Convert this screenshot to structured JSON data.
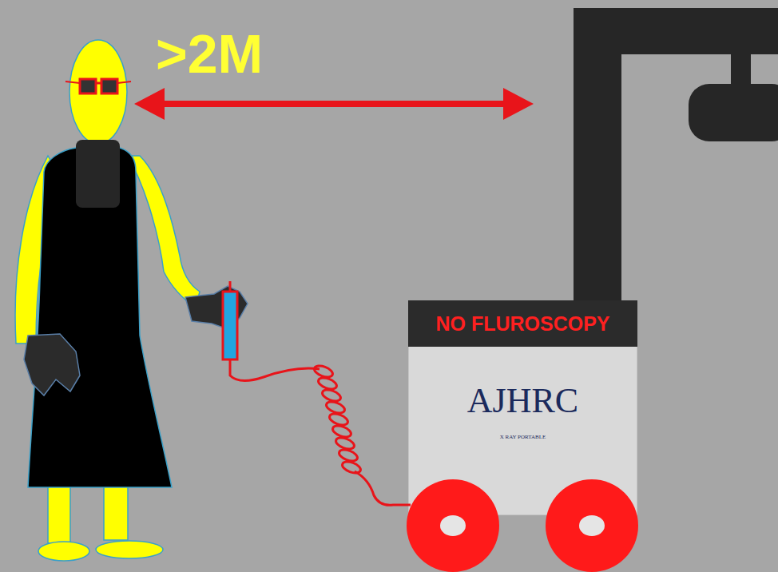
{
  "diagram": {
    "nodes": [
      {
        "text": [
          "AJHRC",
          "X RAY PORTABLE"
        ]
      },
      {
        "text": [
          "NO FLUROSCOPY"
        ],
        "in": 0
      }
    ],
    "labels": [
      ">2M"
    ]
  }
}
